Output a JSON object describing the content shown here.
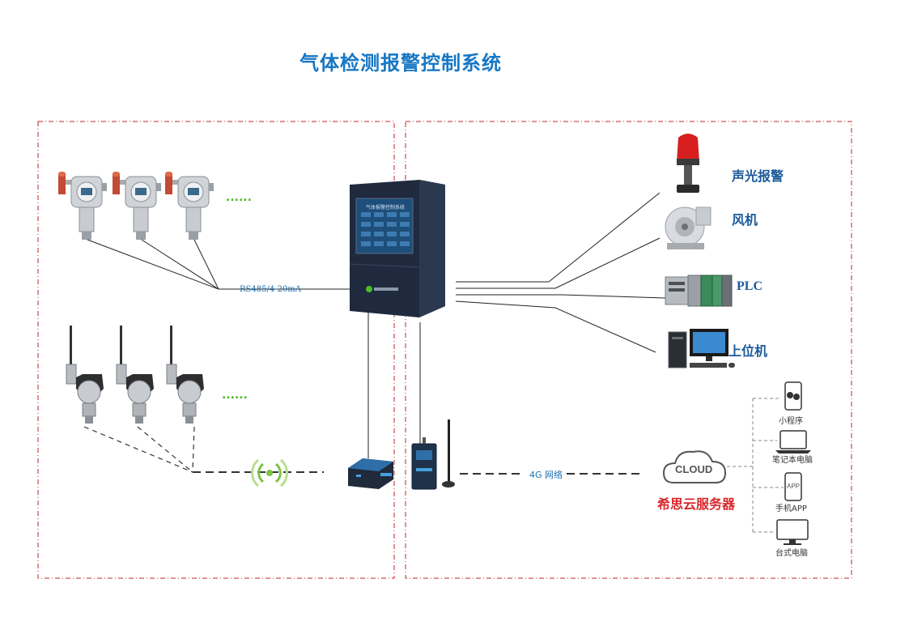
{
  "title": "气体检测报警控制系统",
  "bus_label": "RS485/4-20mA",
  "network_label": "4G 网络",
  "more_indicator": "......",
  "controller_screen_title": "气体报警控制系统",
  "outputs": [
    {
      "label": "声光报警",
      "icon": "alarm-light-icon"
    },
    {
      "label": "风机",
      "icon": "fan-icon"
    },
    {
      "label": "PLC",
      "icon": "plc-icon"
    },
    {
      "label": "上位机",
      "icon": "computer-icon"
    }
  ],
  "cloud": {
    "icon_text": "CLOUD",
    "label": "希思云服务器"
  },
  "clients": [
    {
      "label": "小程序",
      "icon": "miniprogram-phone-icon"
    },
    {
      "label": "笔记本电脑",
      "icon": "laptop-icon"
    },
    {
      "label": "手机APP",
      "icon": "phone-app-icon",
      "screen_text": "APP"
    },
    {
      "label": "台式电脑",
      "icon": "desktop-icon"
    }
  ],
  "colors": {
    "title": "#1777c4",
    "border_dash": "#c0262b",
    "cloud_label": "#d9262b",
    "wireless": "#7dc142"
  }
}
